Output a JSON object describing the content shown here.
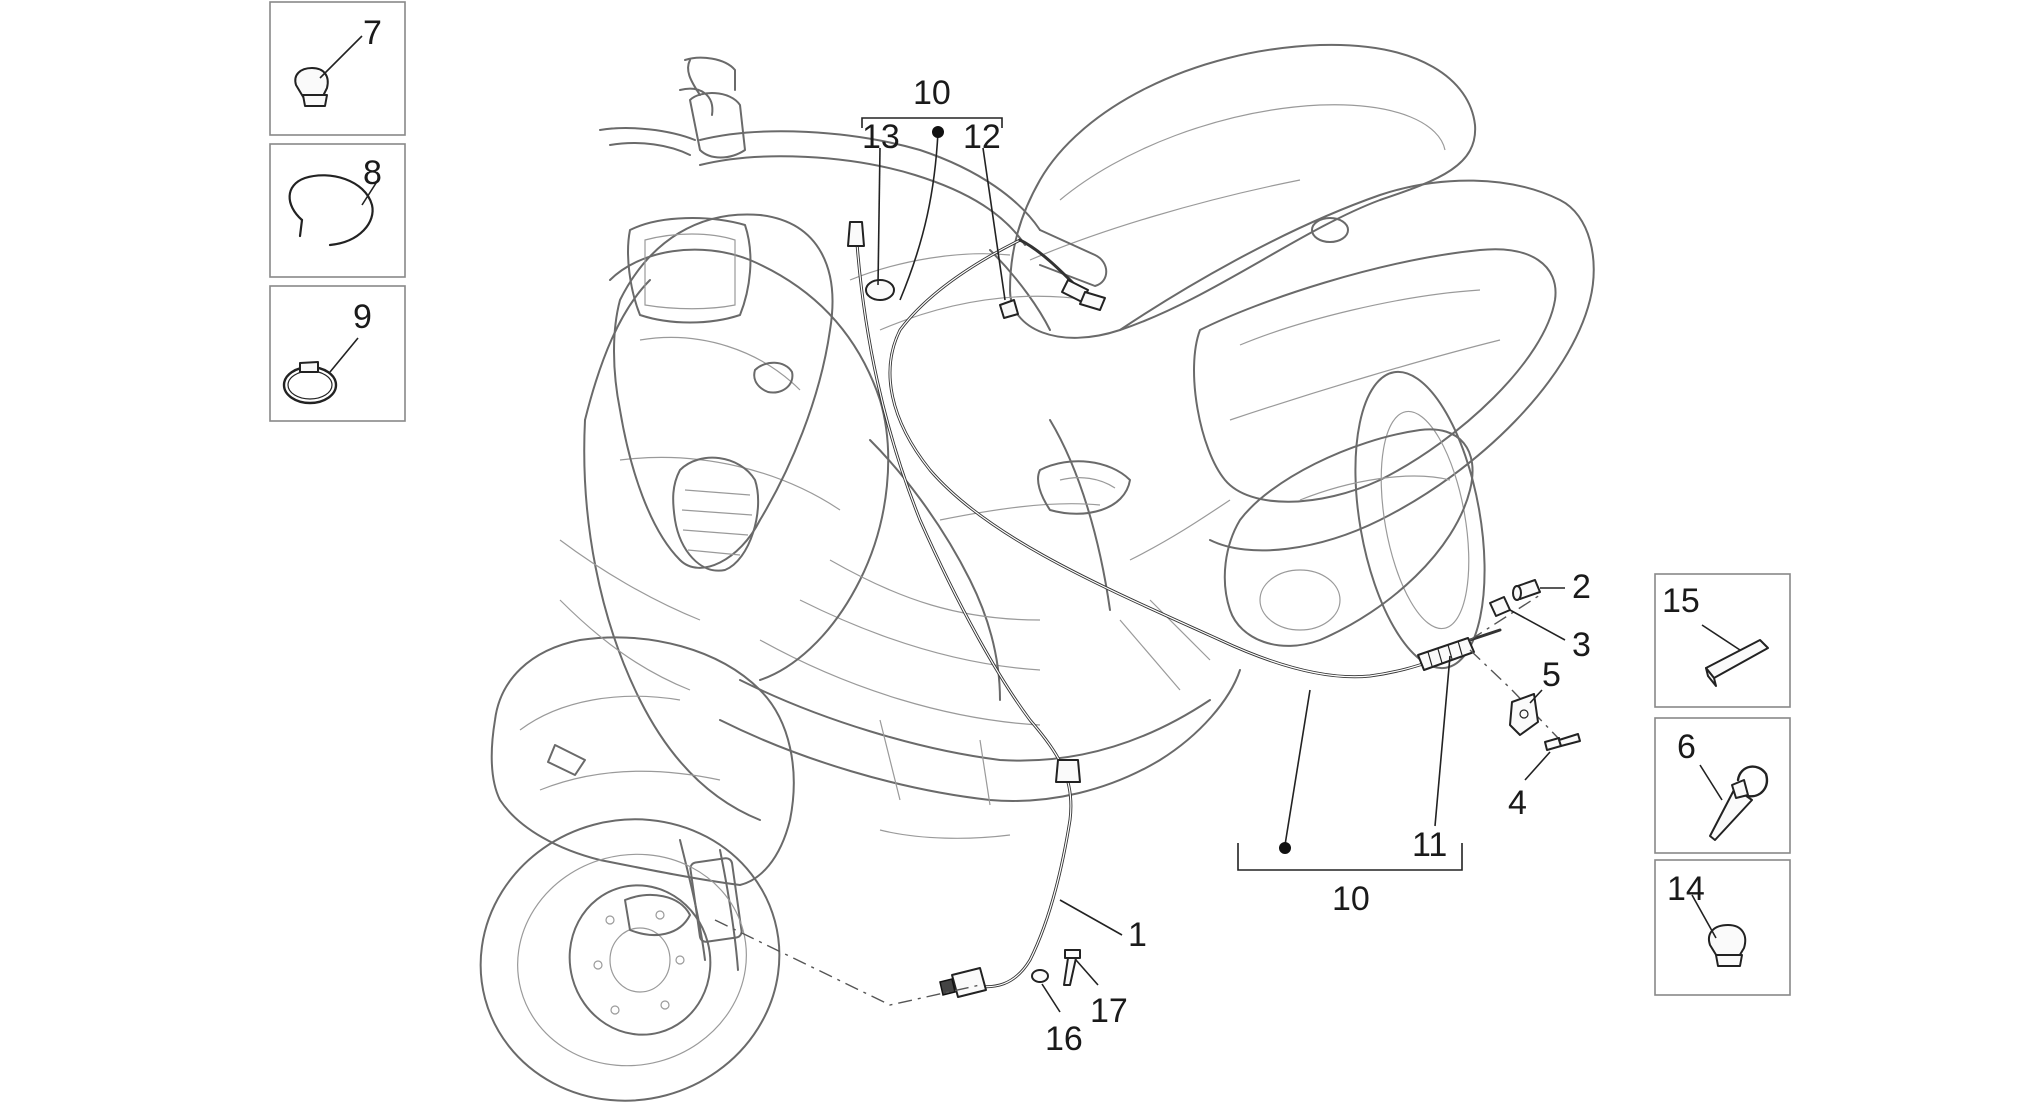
{
  "labels": {
    "l1": "1",
    "l2": "2",
    "l3": "3",
    "l4": "4",
    "l5": "5",
    "l6": "6",
    "l7": "7",
    "l8": "8",
    "l9": "9",
    "l10_top": "10",
    "l10_bottom": "10",
    "l11": "11",
    "l12": "12",
    "l13": "13",
    "l14": "14",
    "l15": "15",
    "l16": "16",
    "l17": "17"
  },
  "colors": {
    "background": "#ffffff",
    "outline": "#6a6a6a",
    "ink": "#1a1a1a"
  }
}
